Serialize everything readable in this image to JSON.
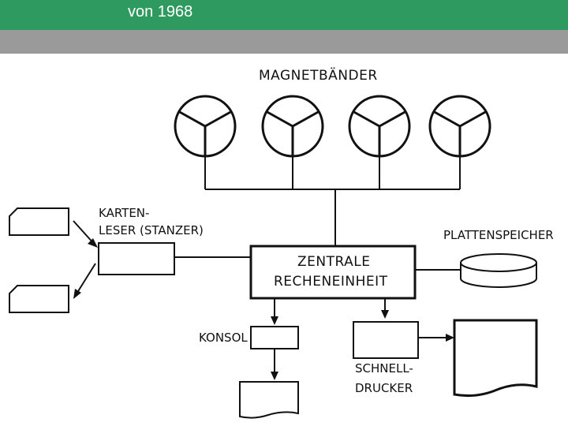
{
  "header": {
    "title": "von 1968",
    "colors": {
      "header_green": "#2e9a5f",
      "subheader_gray": "#9a9a9a"
    }
  },
  "diagram": {
    "labels": {
      "magnetbaender": "MAGNETBÄNDER",
      "karten_line1": "KARTEN-",
      "karten_line2": "LESER (STANZER)",
      "plattenspeicher": "PLATTENSPEICHER",
      "zentrale_line1": "ZENTRALE",
      "zentrale_line2": "RECHENEINHEIT",
      "konsol": "KONSOL",
      "schnell_line1": "SCHNELL-",
      "schnell_line2": "DRUCKER"
    },
    "tape_units": 4
  }
}
